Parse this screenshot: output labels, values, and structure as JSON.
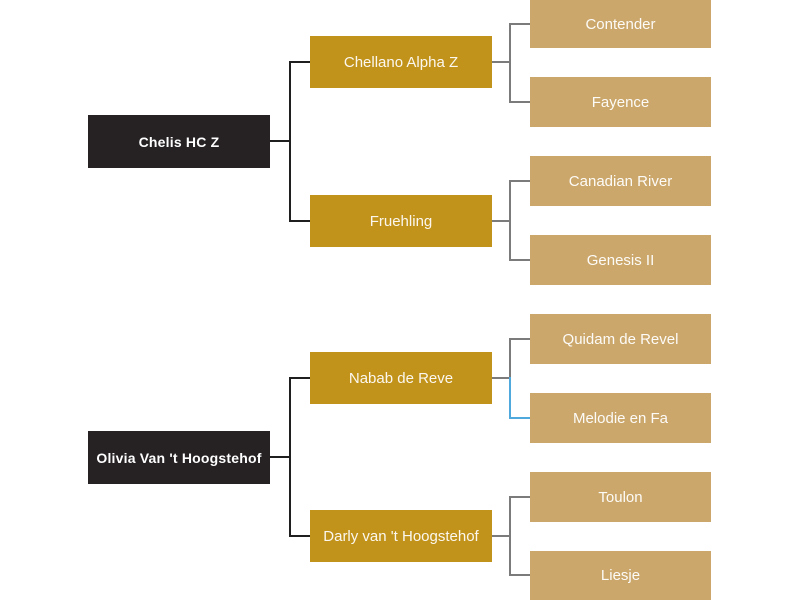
{
  "diagram": {
    "type": "pedigree-tree",
    "highlighted_child": "Melodie en Fa",
    "colors": {
      "root_box": "#262223",
      "parent_box": "#C2931B",
      "grandparent_box": "#CBA76B",
      "root_connector": "#1F1F1F",
      "branch_connector": "#7B7B7B",
      "highlight_connector": "#4FA9DC",
      "box_text": "#FFFFFF",
      "background": "#FFFFFF"
    }
  },
  "tree": {
    "roots": [
      {
        "label": "Chelis HC Z",
        "children": [
          {
            "label": "Chellano Alpha Z",
            "children": [
              {
                "label": "Contender"
              },
              {
                "label": "Fayence"
              }
            ]
          },
          {
            "label": "Fruehling",
            "children": [
              {
                "label": "Canadian River"
              },
              {
                "label": "Genesis II"
              }
            ]
          }
        ]
      },
      {
        "label": "Olivia Van 't Hoogstehof",
        "children": [
          {
            "label": "Nabab de Reve",
            "children": [
              {
                "label": "Quidam de Revel"
              },
              {
                "label": "Melodie en Fa",
                "highlighted": true
              }
            ]
          },
          {
            "label": "Darly van 't Hoogstehof",
            "children": [
              {
                "label": "Toulon"
              },
              {
                "label": "Liesje"
              }
            ]
          }
        ]
      }
    ]
  }
}
